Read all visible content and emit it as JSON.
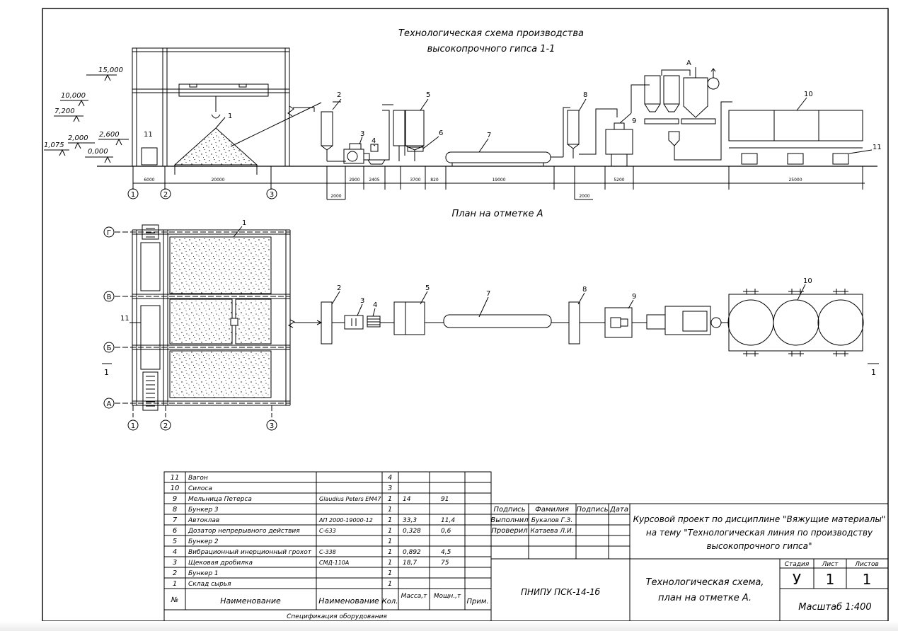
{
  "section": {
    "title_line1": "Технологическая схема производства",
    "title_line2": "высокопрочного гипса 1-1",
    "levels": [
      "15,000",
      "10,000",
      "7,200",
      "2,600",
      "2,000",
      "1,075",
      "0,000"
    ],
    "marks": [
      "1",
      "11",
      "2",
      "3",
      "4",
      "5",
      "6",
      "7",
      "8",
      "9",
      "А",
      "10",
      "11"
    ],
    "dims_top": [
      "6000",
      "20000",
      "2900",
      "2405",
      "3700",
      "820",
      "19000",
      "5200",
      "25000"
    ],
    "dims_low": [
      "2000",
      "2000"
    ],
    "axes": [
      "1",
      "2",
      "3"
    ]
  },
  "plan": {
    "title": "План на отметке А",
    "marks": [
      "1",
      "11",
      "2",
      "3",
      "4",
      "5",
      "7",
      "8",
      "9",
      "10"
    ],
    "row_axes": [
      "Г",
      "В",
      "Б",
      "А"
    ],
    "col_axes": [
      "1",
      "2",
      "3"
    ],
    "cut_left": "1",
    "cut_right": "1"
  },
  "spec": {
    "rows": [
      {
        "n": "11",
        "name": "Вагон",
        "model": "",
        "qty": "4",
        "mass": "",
        "power": ""
      },
      {
        "n": "10",
        "name": "Силоса",
        "model": "",
        "qty": "3",
        "mass": "",
        "power": ""
      },
      {
        "n": "9",
        "name": "Мельница Петерса",
        "model": "Glaudius Peters EM47",
        "qty": "1",
        "mass": "14",
        "power": "91"
      },
      {
        "n": "8",
        "name": "Бункер 3",
        "model": "",
        "qty": "1",
        "mass": "",
        "power": ""
      },
      {
        "n": "7",
        "name": "Автоклав",
        "model": "АП 2000-19000-12",
        "qty": "1",
        "mass": "33,3",
        "power": "11,4"
      },
      {
        "n": "6",
        "name": "Дозатор непрерывного действия",
        "model": "С-633",
        "qty": "1",
        "mass": "0,328",
        "power": "0,6"
      },
      {
        "n": "5",
        "name": "Бункер 2",
        "model": "",
        "qty": "1",
        "mass": "",
        "power": ""
      },
      {
        "n": "4",
        "name": "Вибрационный инерционный грохот",
        "model": "С-338",
        "qty": "1",
        "mass": "0,892",
        "power": "4,5"
      },
      {
        "n": "3",
        "name": "Щековая дробилка",
        "model": "СМД-110А",
        "qty": "1",
        "mass": "18,7",
        "power": "75"
      },
      {
        "n": "2",
        "name": "Бункер 1",
        "model": "",
        "qty": "1",
        "mass": "",
        "power": ""
      },
      {
        "n": "1",
        "name": "Склад сырья",
        "model": "",
        "qty": "1",
        "mass": "",
        "power": ""
      }
    ],
    "headers": {
      "n": "№",
      "name": "Наименование",
      "model": "Наименование",
      "qty": "Кол.",
      "mass": "Масса,т",
      "power": "Мощн.,т",
      "note": "Прим."
    },
    "caption": "Спецификация оборудования"
  },
  "stamp": {
    "sign_headers": [
      "Подпись",
      "Фамилия",
      "Подпись",
      "Дата"
    ],
    "done_role": "Выполнил",
    "done_name": "Букалов Г.З.",
    "check_role": "Проверил",
    "check_name": "Катаева Л.И.",
    "code": "ПНИПУ ПСК-14-1б",
    "project_line1": "Курсовой проект по дисциплине \"Вяжущие материалы\"",
    "project_line2": "на тему \"Технологическая линия по производству",
    "project_line3": "высокопрочного гипса\"",
    "sheet_title_line1": "Технологическая схема,",
    "sheet_title_line2": "план на отметке А.",
    "stage_label": "Стадия",
    "sheet_label": "Лист",
    "sheets_label": "Листов",
    "stage": "У",
    "sheet": "1",
    "sheets": "1",
    "scale": "Масштаб 1:400"
  }
}
